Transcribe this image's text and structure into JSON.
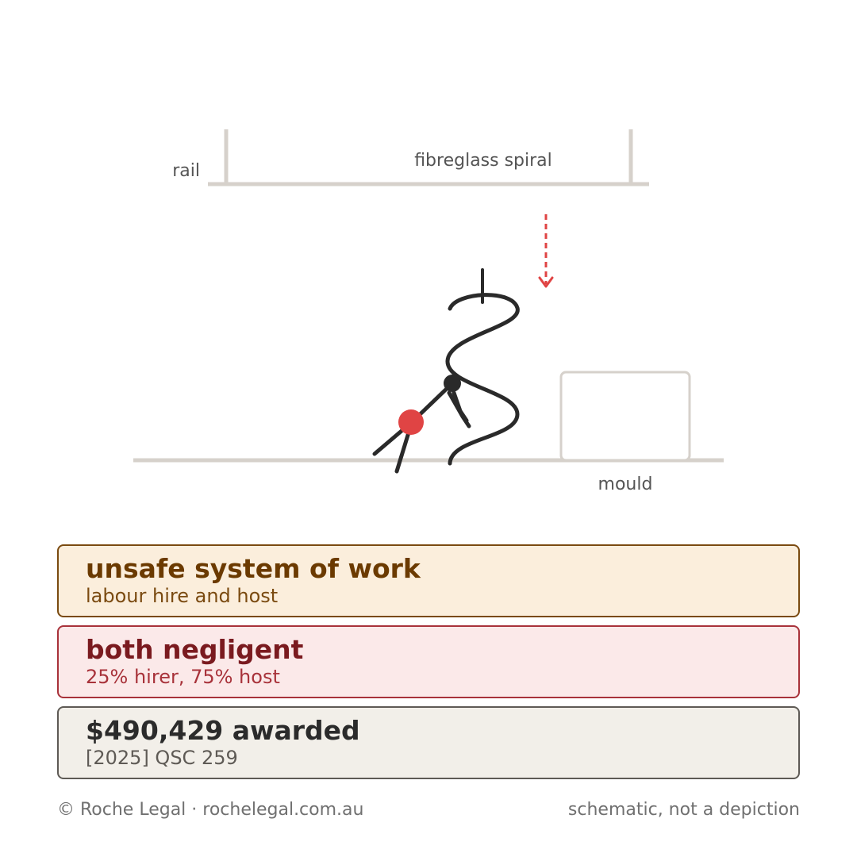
{
  "diagram": {
    "labels": {
      "rail": "rail",
      "spiral": "fibreglass spiral",
      "mould": "mould"
    },
    "icons": [
      "stick-figure-worker-icon",
      "injury-point-icon",
      "falling-arrow-icon"
    ]
  },
  "cards": [
    {
      "title": "unsafe system of work",
      "subtitle": "labour hire and host",
      "colors": {
        "fill": "#fbeedc",
        "border": "#7a4a10",
        "title": "#6b3a00",
        "subtitle": "#7a4a10"
      }
    },
    {
      "title": "both negligent",
      "subtitle": "25% hirer, 75% host",
      "colors": {
        "fill": "#fbe9e9",
        "border": "#a8323a",
        "title": "#7a1a1f",
        "subtitle": "#a8323a"
      }
    },
    {
      "title": "$490,429 awarded",
      "subtitle": "[2025] QSC 259",
      "colors": {
        "fill": "#f2efe9",
        "border": "#5e5a55",
        "title": "#2b2b2b",
        "subtitle": "#5e5a55"
      }
    }
  ],
  "footer": {
    "left": "© Roche Legal · rochelegal.com.au",
    "right": "schematic, not a depiction"
  },
  "colors": {
    "structure": "#d6d1cb",
    "ink": "#2a2a2a",
    "accent_red": "#e04444",
    "label": "#555555"
  }
}
